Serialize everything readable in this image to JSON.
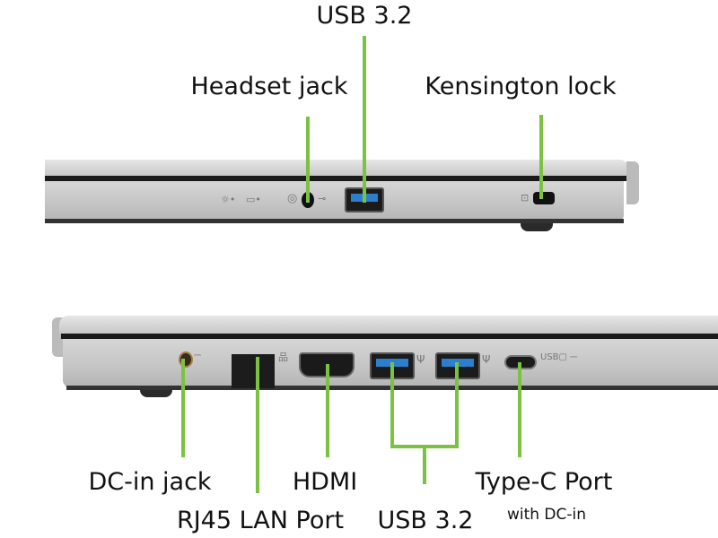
{
  "top_view": {
    "labels": {
      "usb": "USB 3.2",
      "headset": "Headset jack",
      "kensington": "Kensington lock"
    }
  },
  "bottom_view": {
    "labels": {
      "dc_in": "DC-in jack",
      "rj45": "RJ45 LAN Port",
      "hdmi": "HDMI",
      "usb": "USB 3.2",
      "type_c": "Type-C Port",
      "type_c_note": "with DC-in"
    }
  },
  "colors": {
    "callout": "#7cc242"
  }
}
